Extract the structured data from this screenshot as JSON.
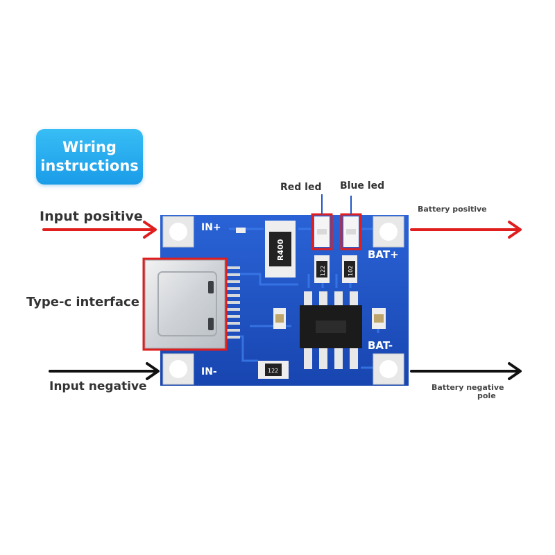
{
  "badge": {
    "line1": "Wiring",
    "line2": "instructions"
  },
  "labels": {
    "input_positive": "Input positive",
    "input_negative": "Input negative",
    "typec": "Type-c interface",
    "red_led": "Red led",
    "blue_led": "Blue led",
    "battery_positive": "Battery positive",
    "battery_negative_1": "Battery negative",
    "battery_negative_2": "pole"
  },
  "board": {
    "in_plus": "IN+",
    "in_minus": "IN-",
    "bat_plus": "BAT+",
    "bat_minus": "BAT-",
    "resistor_main": "R400",
    "resistor_led1": "122",
    "resistor_led2": "102",
    "resistor_bottom": "122"
  },
  "colors": {
    "pcb": "#1f55c8",
    "arrow_positive": "#e01e1e",
    "arrow_negative": "#111111",
    "highlight_box": "#e01e1e",
    "badge": "#1a9ce8"
  }
}
